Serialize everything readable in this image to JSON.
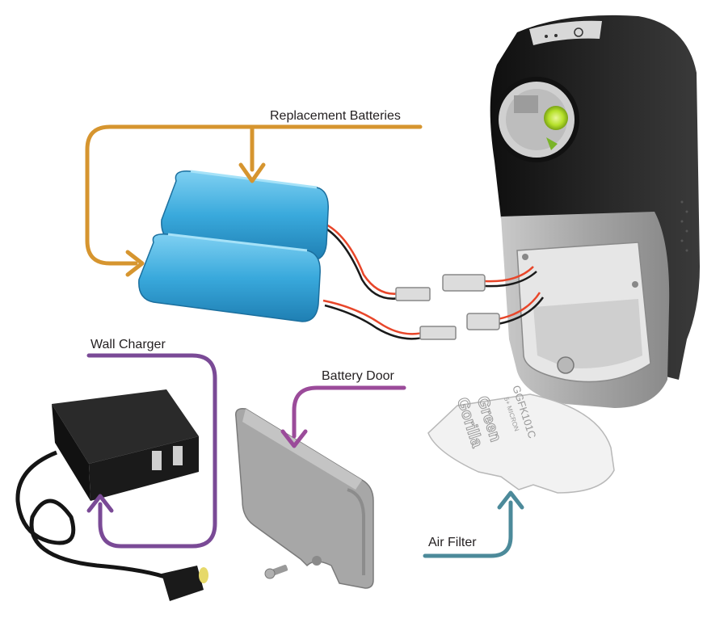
{
  "labels": {
    "replacement_batteries": "Replacement Batteries",
    "wall_charger": "Wall Charger",
    "battery_door": "Battery Door",
    "air_filter": "Air Filter"
  },
  "filter_text": {
    "model": "GGFK101C",
    "rating": "5+ MICRON",
    "brand_line1": "Green",
    "brand_line2": "Gorilla"
  },
  "colors": {
    "batteries_arrow": "#d6952f",
    "charger_arrow": "#7a4a96",
    "door_arrow": "#9b4b9a",
    "filter_arrow": "#4c8a9a",
    "battery_body": "#3fb0e0",
    "device_body": "#1e1e1e",
    "device_gray": "#a9a9a9",
    "lens_green": "#b6e12b"
  }
}
